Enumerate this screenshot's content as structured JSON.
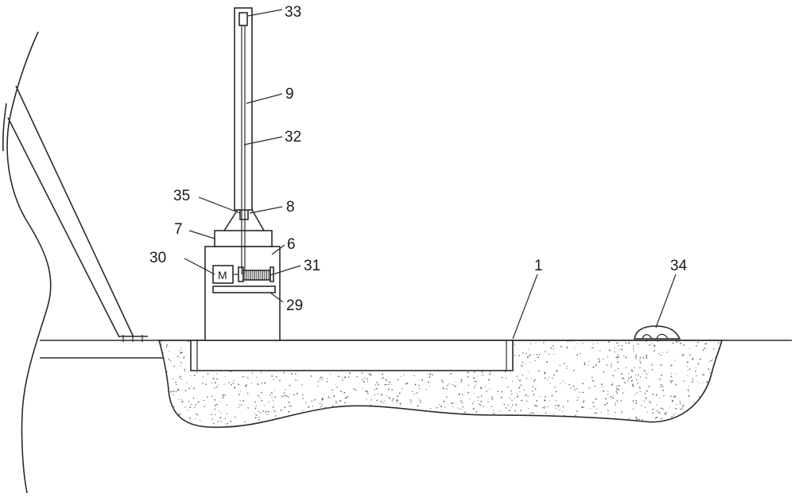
{
  "diagram": {
    "stroke_color": "#2a2a2a",
    "soil_dot_color": "#6a6a6a",
    "labels": {
      "l33": "33",
      "l9": "9",
      "l32": "32",
      "l35": "35",
      "l8": "8",
      "l7": "7",
      "l6": "6",
      "l30": "30",
      "l31": "31",
      "l29": "29",
      "l1": "1",
      "l34": "34",
      "motor": "M"
    }
  }
}
